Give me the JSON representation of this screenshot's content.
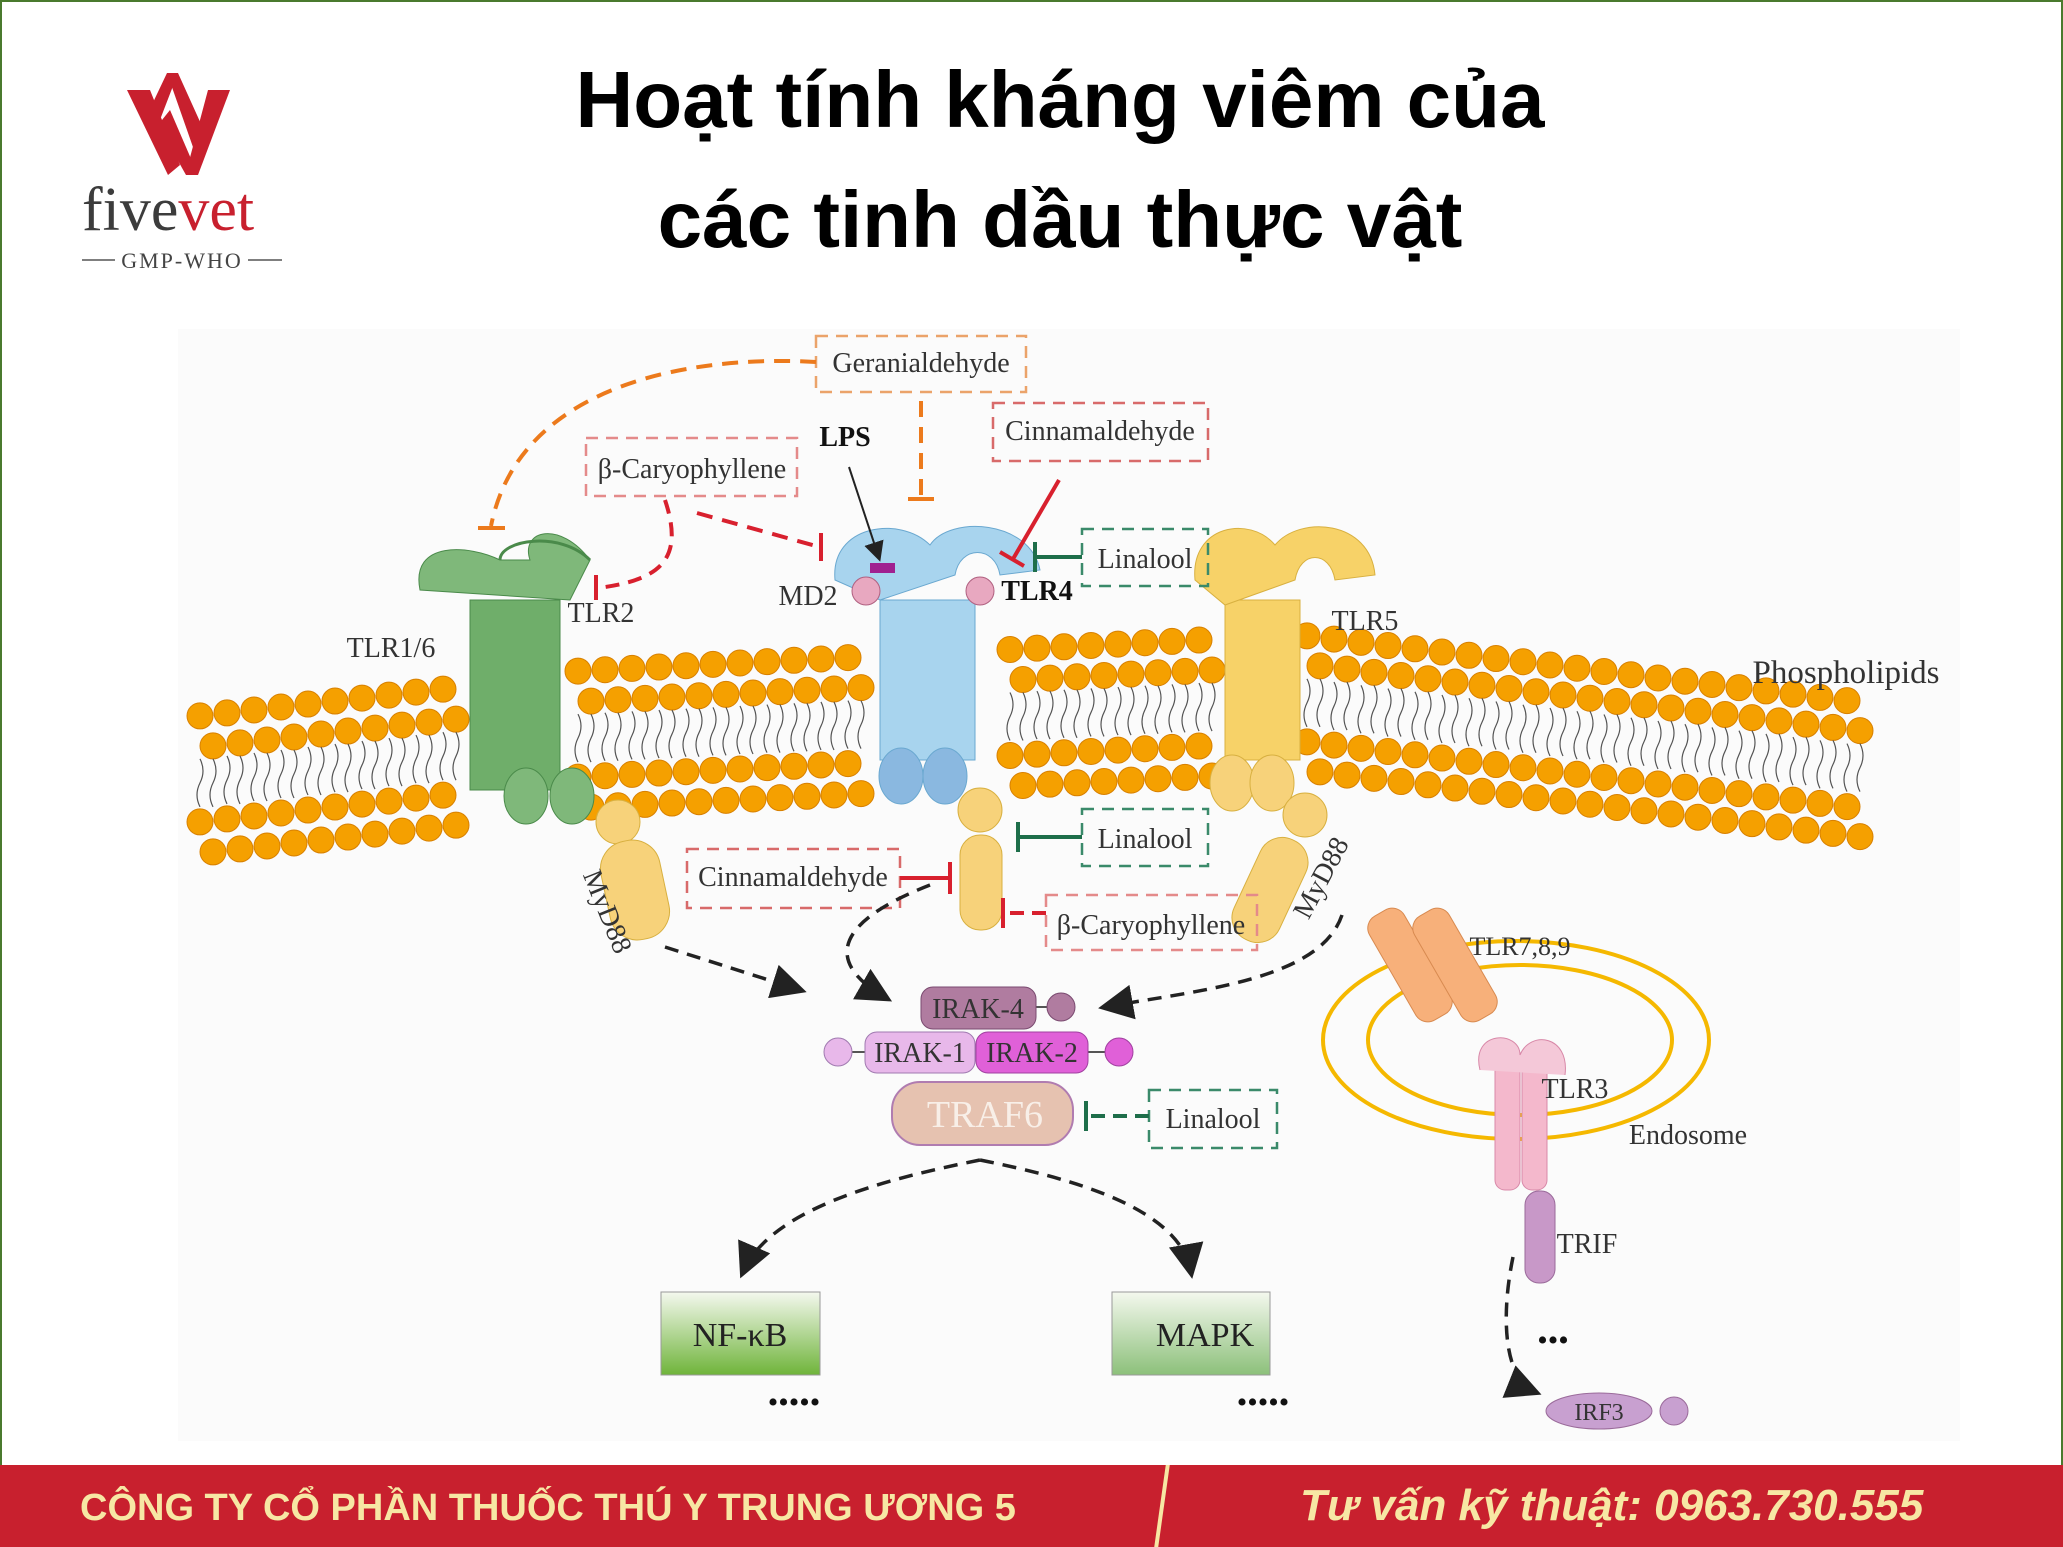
{
  "header": {
    "title_line1": "Hoạt tính kháng viêm của",
    "title_line2": "các tinh dầu thực vật"
  },
  "logo": {
    "brand_part1": "five",
    "brand_part2": "vet",
    "tagline": "GMP-WHO"
  },
  "diagram": {
    "compounds": {
      "geranialdehyde": "Geranialdehyde",
      "cinnamaldehyde_top": "Cinnamaldehyde",
      "caryophyllene_top": "β-Caryophyllene",
      "linalool_top": "Linalool",
      "linalool_mid": "Linalool",
      "cinnamaldehyde_mid": "Cinnamaldehyde",
      "caryophyllene_mid": "β-Caryophyllene",
      "linalool_traf": "Linalool"
    },
    "labels": {
      "lps": "LPS",
      "md2": "MD2",
      "tlr4": "TLR4",
      "tlr2": "TLR2",
      "tlr16": "TLR1/6",
      "tlr5": "TLR5",
      "phospholipids": "Phospholipids",
      "myd88_left": "MyD88",
      "myd88_right": "MyD88",
      "irak4": "IRAK-4",
      "irak1": "IRAK-1",
      "irak2": "IRAK-2",
      "traf6": "TRAF6",
      "nfkb": "NF-κB",
      "mapk": "MAPK",
      "dots_left": "•••••",
      "dots_right": "•••••",
      "tlr789": "TLR7,8,9",
      "tlr3": "TLR3",
      "endosome": "Endosome",
      "trif": "TRIF",
      "dots_trif": "•••",
      "irf3": "IRF3"
    },
    "colors": {
      "lipid": "#f5a000",
      "tlr16": "#7fb87a",
      "tlr4": "#a8d4ee",
      "tlr5": "#f7d268",
      "myd88": "#f7d27a",
      "inhibit_red": "#d8202e",
      "inhibit_green": "#1e6e4a",
      "inhibit_orange": "#ec7a1c"
    }
  },
  "footer": {
    "company": "CÔNG TY CỔ PHẦN THUỐC THÚ Y TRUNG ƯƠNG 5",
    "hotline": "Tư vấn kỹ thuật: 0963.730.555"
  }
}
